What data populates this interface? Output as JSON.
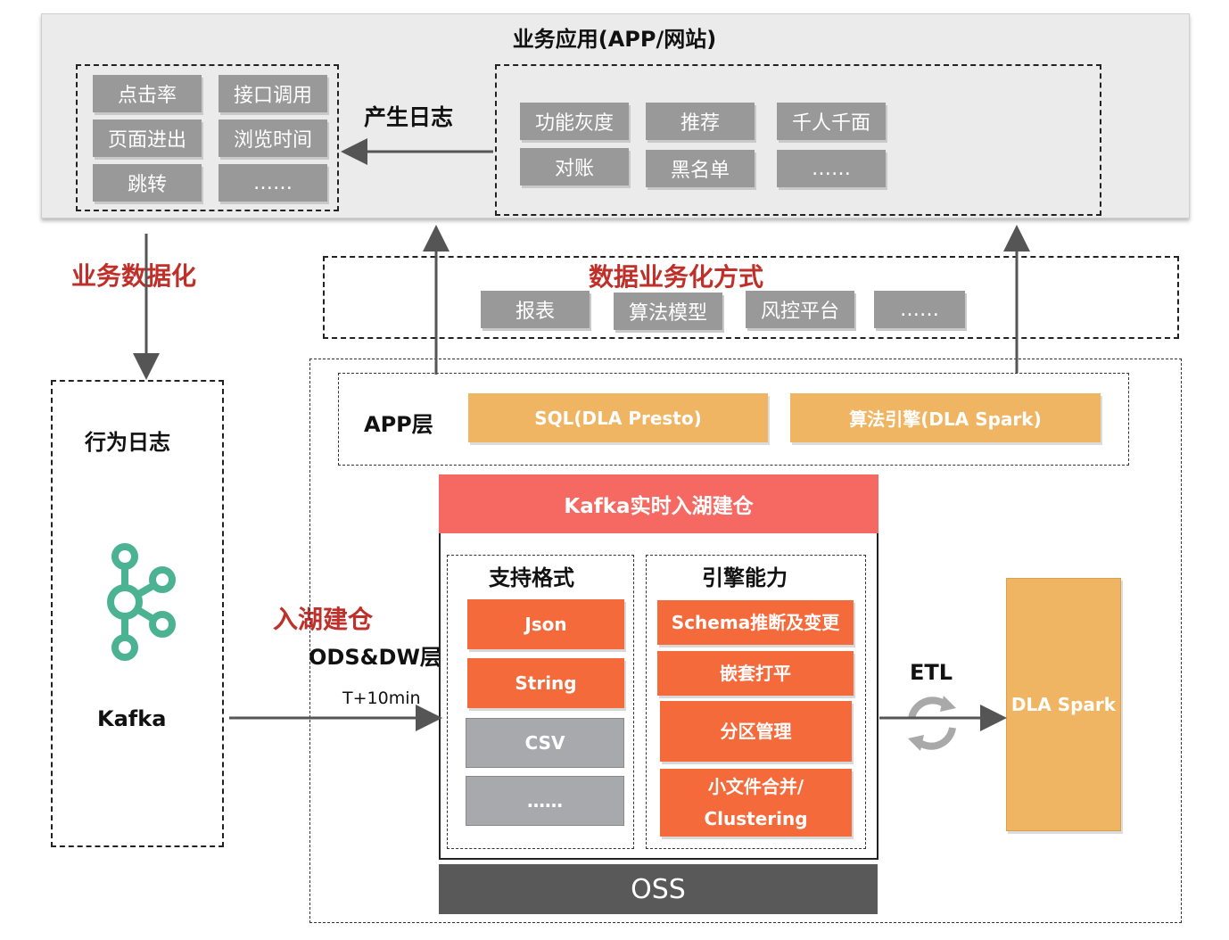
{
  "top": {
    "title": "业务应用(APP/网站)",
    "left_items": [
      "点击率",
      "接口调用",
      "页面进出",
      "浏览时间",
      "跳转",
      "……"
    ],
    "produce_log": "产生日志",
    "right_items": [
      "功能灰度",
      "推荐",
      "千人千面",
      "对账",
      "黑名单",
      "……"
    ]
  },
  "business_data": "业务数据化",
  "data_business": {
    "title": "数据业务化方式",
    "items": [
      "报表",
      "算法模型",
      "风控平台",
      "……"
    ]
  },
  "behavior": {
    "title": "行为日志",
    "kafka": "Kafka"
  },
  "lake": {
    "label": "入湖建仓",
    "layer": "ODS&DW层",
    "latency": "T+10min"
  },
  "app_layer": {
    "label": "APP层",
    "sql": "SQL(DLA Presto)",
    "algo": "算法引擎(DLA Spark)"
  },
  "kafka_box": {
    "title": "Kafka实时入湖建仓",
    "formats_title": "支持格式",
    "formats": [
      "Json",
      "String",
      "CSV",
      "……"
    ],
    "engine_title": "引擎能力",
    "engine": [
      "Schema推断及变更",
      "嵌套打平",
      "分区管理"
    ],
    "engine_last_line1": "小文件合并/",
    "engine_last_line2": "Clustering"
  },
  "oss": "OSS",
  "etl": "ETL",
  "dla_spark": "DLA Spark",
  "colors": {
    "panel_bg": "#ebebeb",
    "grey_btn": "#999999",
    "orange": "#f46a3b",
    "kafka_header": "#f56962",
    "amber": "#f0b563",
    "red_text": "#c0302b",
    "oss_bg": "#595959",
    "kafka_green": "#4bb292"
  }
}
